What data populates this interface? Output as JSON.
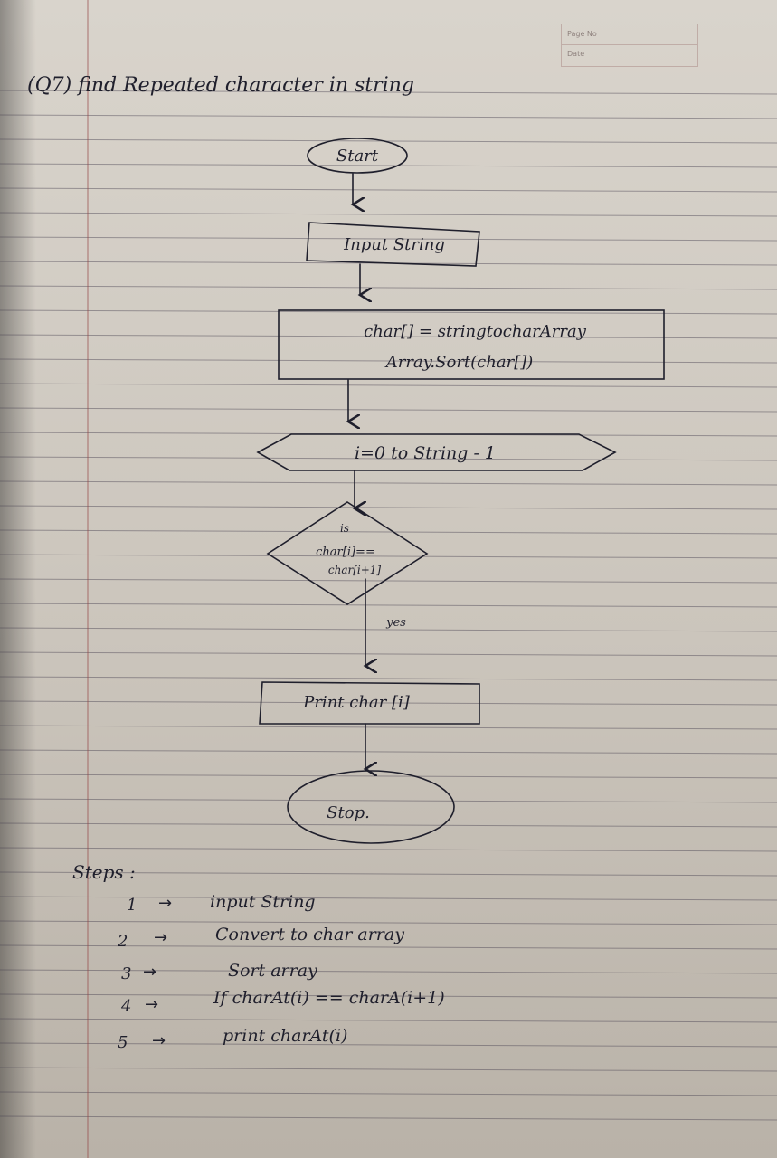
{
  "page_header": {
    "page_no_label": "Page No",
    "date_label": "Date"
  },
  "title": "(Q7) find Repeated character in string",
  "flowchart": {
    "start": "Start",
    "input": "Input String",
    "process_line1": "char[] = stringtocharArray",
    "process_line2": "Array.Sort(char[])",
    "loop": "i=0 to String - 1",
    "decision_line1": "is",
    "decision_line2": "char[i]==",
    "decision_line3": "char[i+1]",
    "yes_label": "yes",
    "output": "Print char [i]",
    "stop": "Stop."
  },
  "steps": {
    "heading": "Steps :",
    "items": [
      {
        "num": "1",
        "arrow": "→",
        "text": "input String"
      },
      {
        "num": "2",
        "arrow": "→",
        "text": "Convert to char array"
      },
      {
        "num": "3",
        "arrow": "→",
        "text": "Sort array"
      },
      {
        "num": "4",
        "arrow": "→",
        "text": "If charAt(i) == charA(i+1)"
      },
      {
        "num": "5",
        "arrow": "→",
        "text": "print charAt(i)"
      }
    ]
  },
  "colors": {
    "ink": "#1f1f2c",
    "paper": "#d2ccc3",
    "rule": "#5a5660"
  }
}
